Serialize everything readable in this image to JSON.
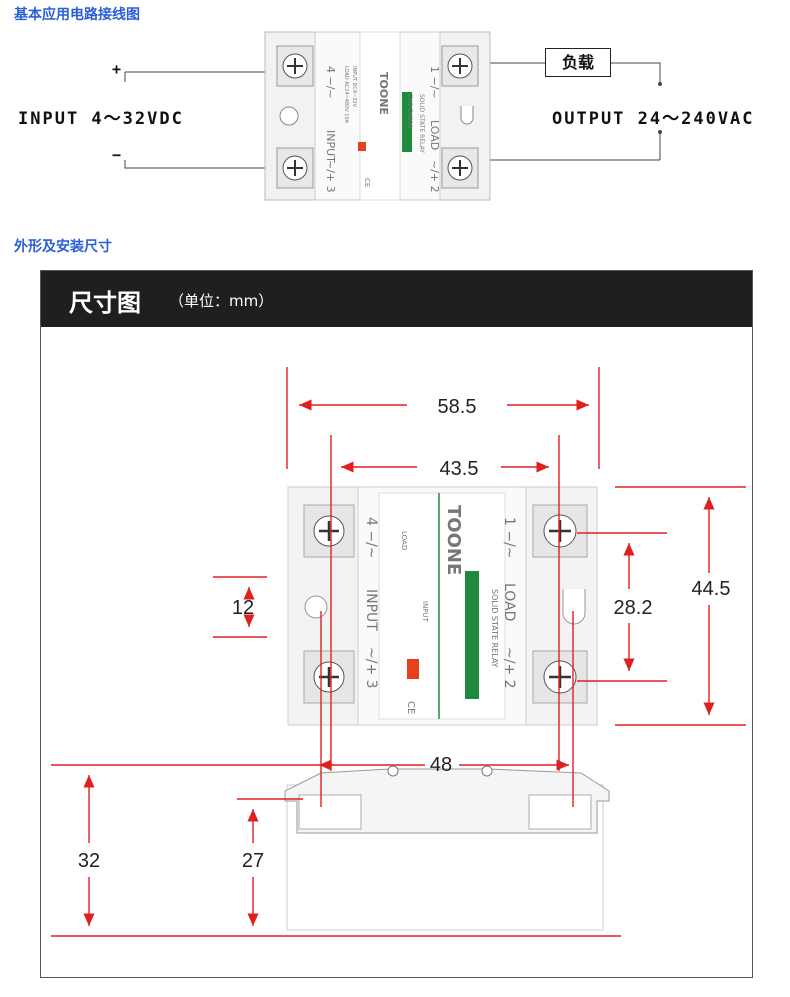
{
  "wiring_section": {
    "title": "基本应用电路接线图",
    "input_label": "INPUT 4～32VDC",
    "output_label": "OUTPUT 24～240VAC",
    "plus": "+",
    "minus": "−",
    "load_label": "负载"
  },
  "relay": {
    "brand": "TOONE",
    "model": "ZYG-D4810",
    "product": "SOLID STATE RELAY",
    "load_spec": "LOAD AC24~480V 10A",
    "input_spec": "INPUT DC4~32V",
    "load_word": "LOAD",
    "input_word": "INPUT",
    "ce_mark": "CE",
    "terminal_1": "1 −/~",
    "terminal_2": "~/+ 2",
    "terminal_3": "~/+ 3",
    "terminal_4": "4 −/~"
  },
  "dimension_section": {
    "title": "外形及安装尺寸",
    "header_title": "尺寸图",
    "header_unit": "（单位：mm）",
    "dims": {
      "overall_width": "58.5",
      "terminal_span": "43.5",
      "hole_diameter": "12",
      "terminal_pitch": "28.2",
      "overall_height": "44.5",
      "mount_spacing": "48",
      "total_depth": "32",
      "body_depth": "27"
    },
    "colors": {
      "dimension_line": "#e02020",
      "relay_green": "#1f8a3e",
      "indicator": "#e8401e",
      "title_blue": "#2a5fd6"
    }
  }
}
